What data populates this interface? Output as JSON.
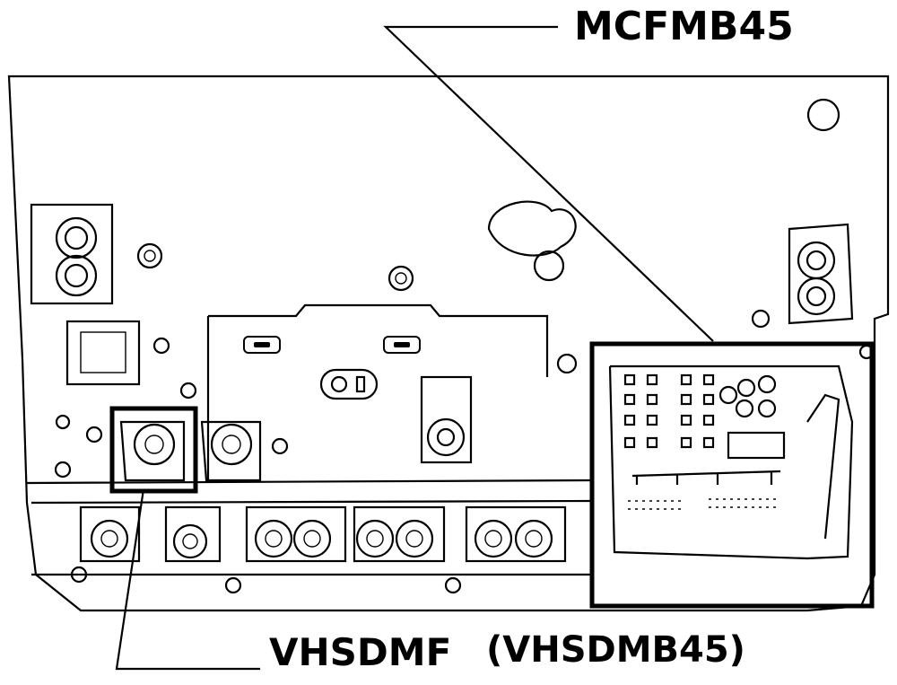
{
  "labels": {
    "top_callout": "MCFMB45",
    "bottom_callout": "VHSDMF",
    "bottom_callout_alt": "(VHSDMB45)"
  }
}
